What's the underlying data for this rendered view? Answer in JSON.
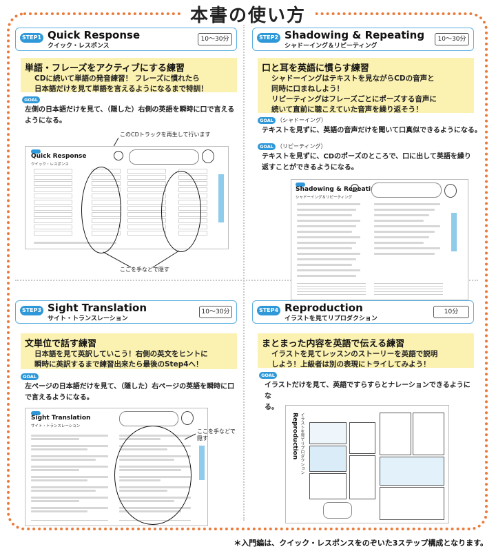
{
  "page_title": "本書の使い方",
  "steps": [
    {
      "badge": "STEP1",
      "title_en": "Quick Response",
      "title_jp": "クイック・レスポンス",
      "time": "10〜30分",
      "heading": "単語・フレーズをアクティブにする練習",
      "desc_lines": [
        "CDに続いて単語の発音練習！ フレーズに慣れたら",
        "日本語だけを見て単語を言えるようになるまで特訓！"
      ],
      "goal_badge": "GOAL",
      "goal_text_lines": [
        "左側の日本語だけを見て、（隠した）右側の英語を瞬時に口で言える",
        "ようになる。"
      ],
      "callout_top": "このCDトラックを再生して行います",
      "callout_bottom": "ここを手などで隠す",
      "mini_title": "Quick Response",
      "mini_sub": "クイック・レスポンス"
    },
    {
      "badge": "STEP2",
      "title_en": "Shadowing & Repeating",
      "title_jp": "シャドーイング＆リピーティング",
      "time": "10〜30分",
      "heading": "口と耳を英語に慣らす練習",
      "desc_lines": [
        "シャドーイングはテキストを見ながらCDの音声と",
        "同時に口まねしよう！",
        "リピーティングはフレーズごとにポーズする音声に",
        "続いて直前に聴こえていた音声を繰り返そう！"
      ],
      "goal_badge": "GOAL",
      "goal1_label": "（シャドーイング）",
      "goal1_text": "テキストを見ずに、英語の音声だけを聞いて口真似できるようになる。",
      "goal2_label": "（リピーティング）",
      "goal2_text_lines": [
        "テキストを見ずに、CDのポーズのところで、口に出して英語を繰り",
        "返すことができるようになる。"
      ],
      "mini_title": "Shadowing & Repeating",
      "mini_sub": "シャドーイング＆リピーティング"
    },
    {
      "badge": "STEP3",
      "title_en": "Sight Translation",
      "title_jp": "サイト・トランスレーション",
      "time": "10〜30分",
      "heading": "文単位で話す練習",
      "desc_lines": [
        "日本語を見て英訳していこう！右側の英文をヒントに",
        "瞬時に英訳するまで練習出来たら最後のStep4へ！"
      ],
      "goal_badge": "GOAL",
      "goal_text_lines": [
        "左ページの日本語だけを見て、（隠した）右ページの英語を瞬時に口",
        "で言えるようになる。"
      ],
      "callout": "ここを手などで\n隠す",
      "mini_title": "Sight Translation",
      "mini_sub": "サイト・トランスレーション"
    },
    {
      "badge": "STEP4",
      "title_en": "Reproduction",
      "title_jp": "イラストを見てリプロダクション",
      "time": "10分",
      "heading": "まとまった内容を英語で伝える練習",
      "desc_lines": [
        "イラストを見てレッスンのストーリーを英語で説明",
        "しよう！上級者は別の表現にトライしてみよう！"
      ],
      "goal_badge": "GOAL",
      "goal_text_lines": [
        "イラストだけを見て、英語ですらすらとナレーションできるようにな",
        "る。"
      ],
      "mini_title": "Reproduction",
      "mini_sub": "イラストを見てリプロダクション"
    }
  ],
  "footnote": "＊入門編は、クイック・レスポンスをのぞいた3ステップ構成となります。"
}
